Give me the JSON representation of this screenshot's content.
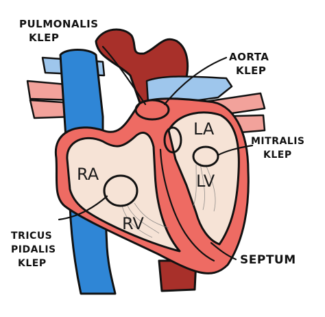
{
  "diagram": {
    "labels": {
      "pulmonalis_line1": "PULMONALIS",
      "pulmonalis_line2": "KLEP",
      "aorta_line1": "AORTA",
      "aorta_line2": "KLEP",
      "mitralis_line1": "MITRALIS",
      "mitralis_line2": "KLEP",
      "tricuspidalis_line1": "TRICUS",
      "tricuspidalis_line2": "PIDALIS",
      "tricuspidalis_line3": "KLEP",
      "septum": "SEPTUM"
    },
    "chambers": {
      "ra": "RA",
      "rv": "RV",
      "la": "LA",
      "lv": "LV"
    },
    "colors": {
      "vena_cava": "#2f86d6",
      "pulmonary_vessels_light": "#9ec6ec",
      "aorta_dark_red": "#a8302a",
      "muscle": "#ee6b63",
      "chamber_fill": "#f6e3d6",
      "pink_vessels": "#f2a29b",
      "outline": "#111111"
    }
  }
}
